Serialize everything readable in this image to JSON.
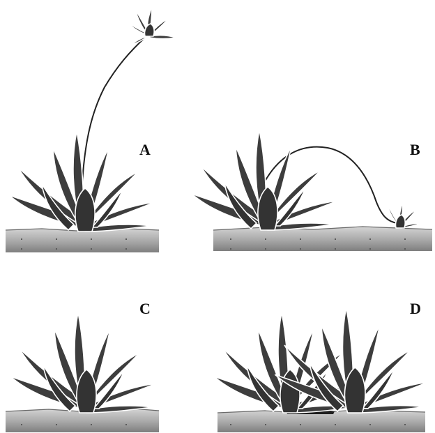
{
  "panels": [
    {
      "id": "A",
      "label": "A"
    },
    {
      "id": "B",
      "label": "B"
    },
    {
      "id": "C",
      "label": "C"
    },
    {
      "id": "D",
      "label": "D"
    }
  ],
  "colors": {
    "plant": "#3d3d3d",
    "soil_top": "#d0d0d0",
    "soil_bottom": "#8a8a8a",
    "stolon": "#222222",
    "background": "#ffffff"
  }
}
